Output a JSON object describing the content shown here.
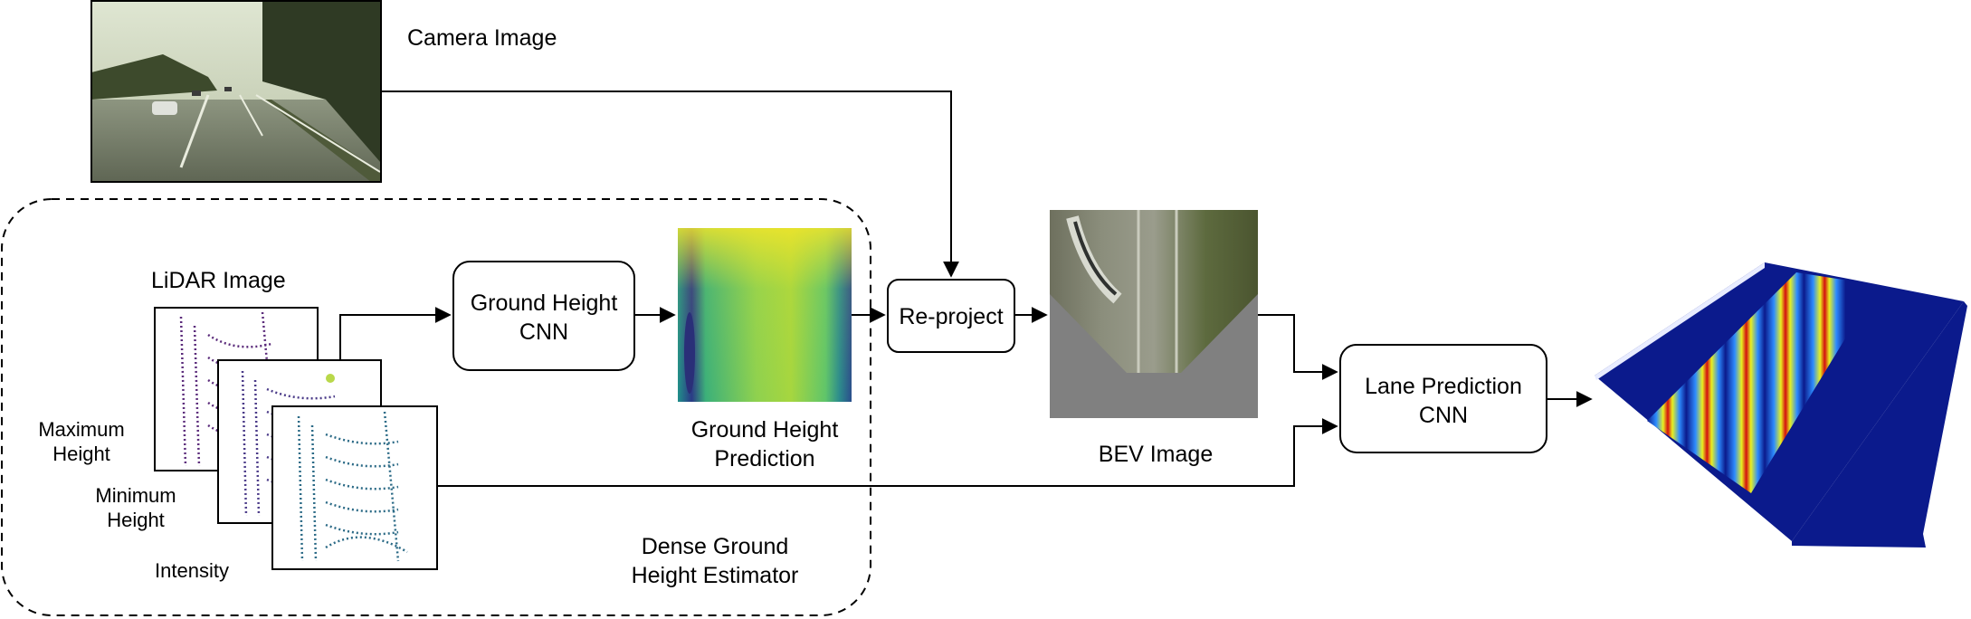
{
  "labels": {
    "camera_image": "Camera Image",
    "lidar_image": "LiDAR Image",
    "max_height_1": "Maximum",
    "max_height_2": "Height",
    "min_height_1": "Minimum",
    "min_height_2": "Height",
    "intensity": "Intensity",
    "ground_height_pred_1": "Ground Height",
    "ground_height_pred_2": "Prediction",
    "dense_estimator_1": "Dense Ground",
    "dense_estimator_2": "Height Estimator",
    "bev_image": "BEV Image"
  },
  "nodes": {
    "ground_height_cnn_1": "Ground Height",
    "ground_height_cnn_2": "CNN",
    "reproject": "Re-project",
    "lane_prediction_cnn_1": "Lane Prediction",
    "lane_prediction_cnn_2": "CNN"
  },
  "colors": {
    "stroke": "#000000",
    "road_surface": "#0b1a8c",
    "lidar_points": "#5a2a7a",
    "bev_gray": "#808080"
  }
}
